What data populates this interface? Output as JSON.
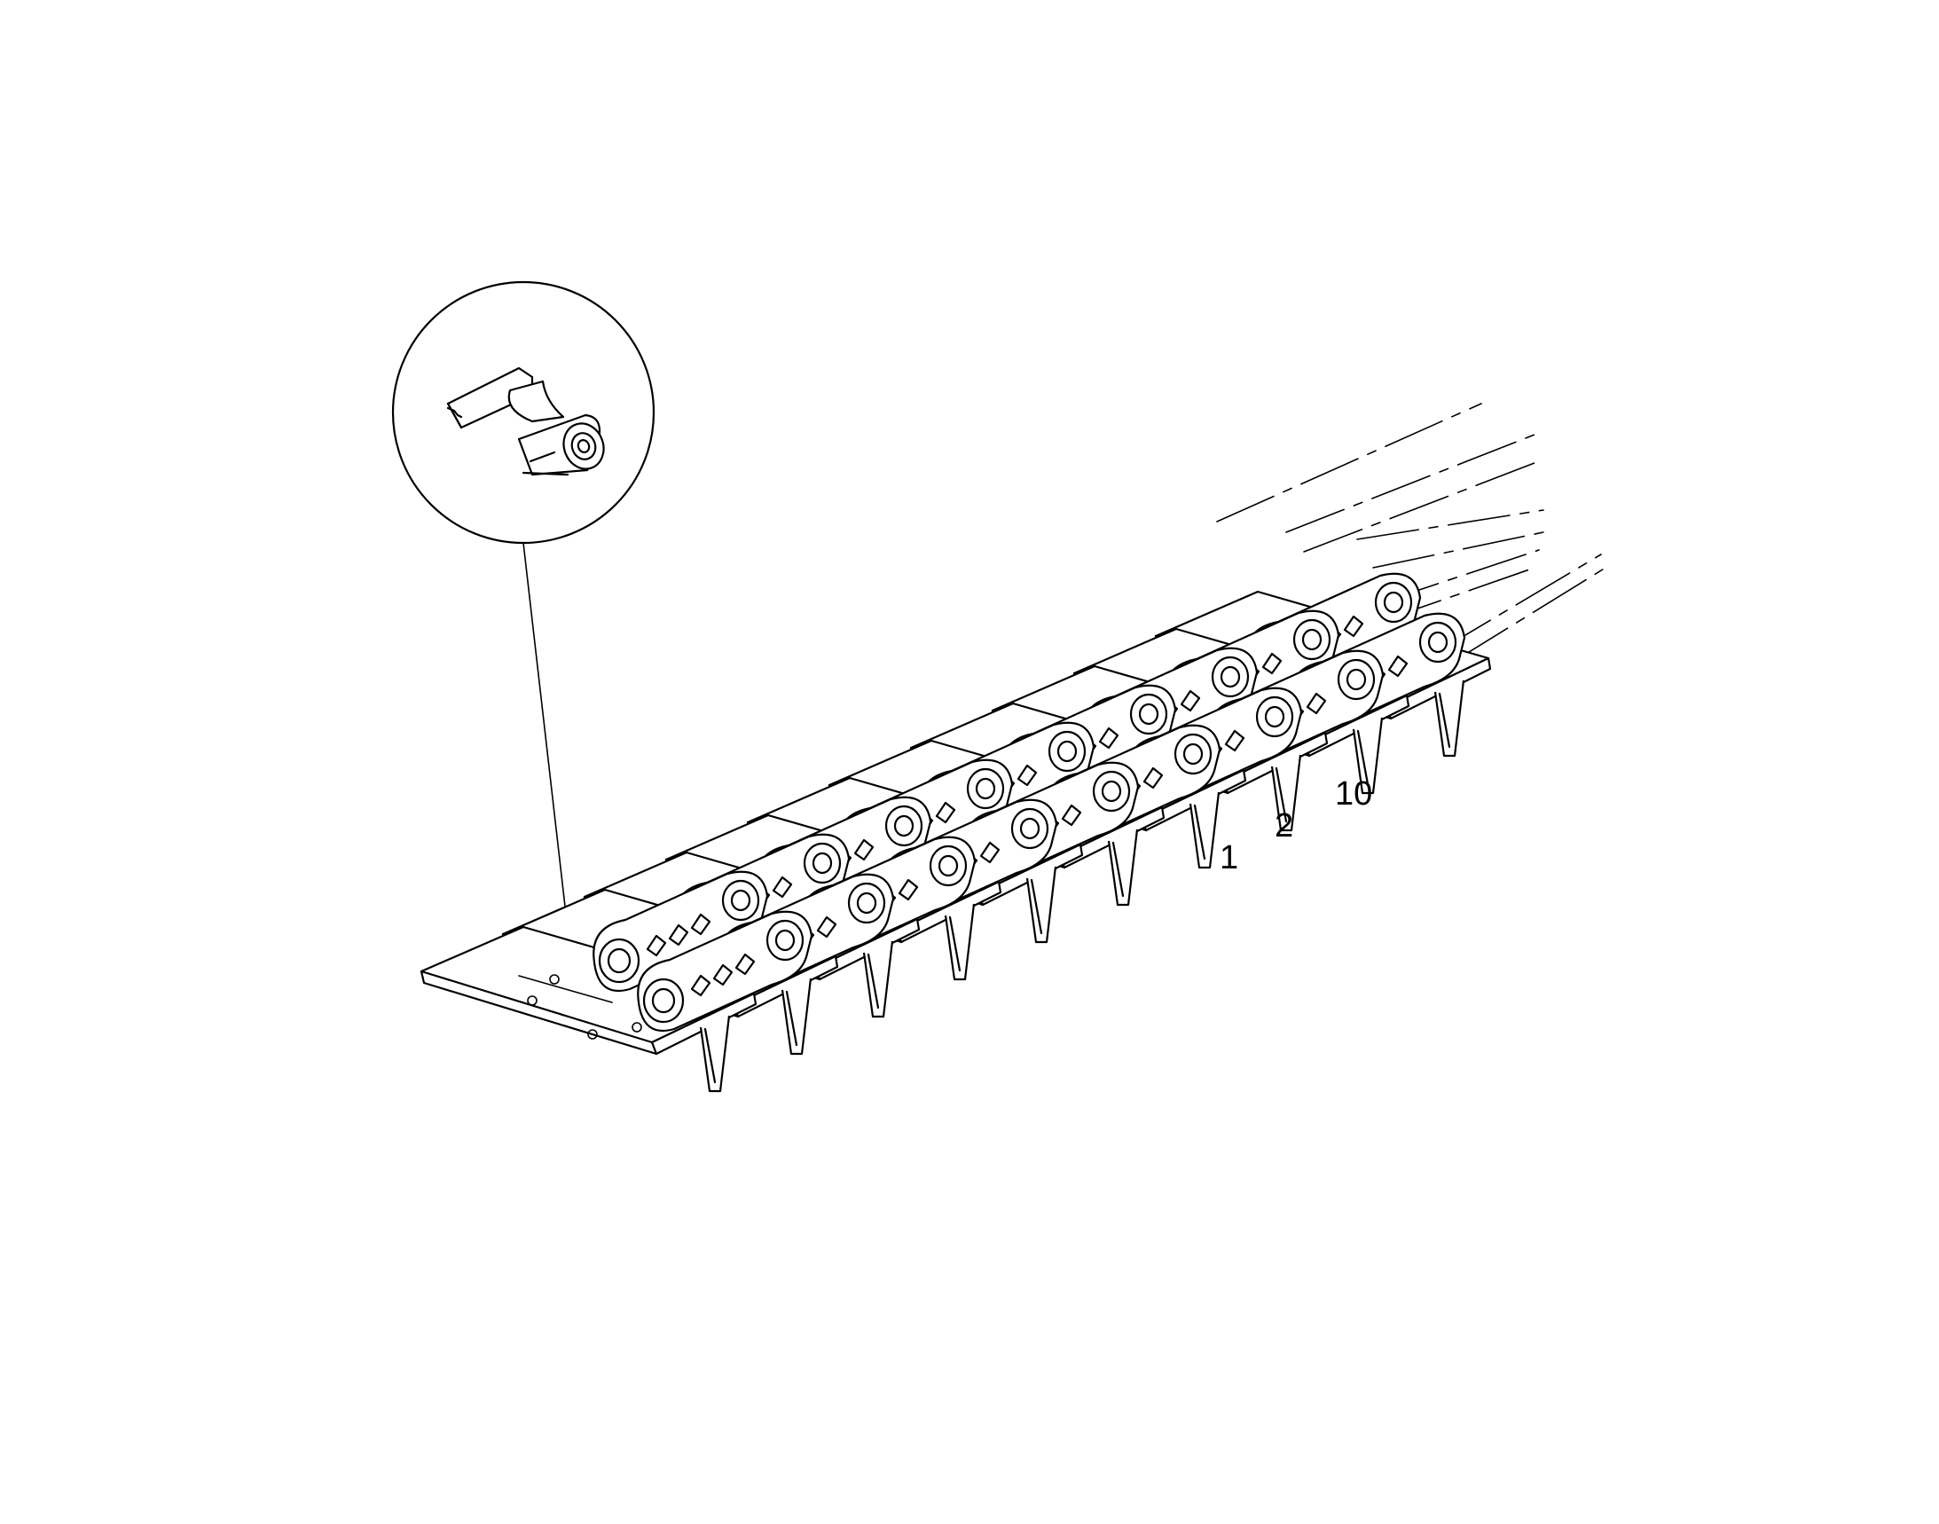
{
  "callouts": [
    {
      "id": "callout-1",
      "label": "1"
    },
    {
      "id": "callout-2",
      "label": "2"
    },
    {
      "id": "callout-10",
      "label": "10"
    }
  ],
  "colors": {
    "ink": "#000000",
    "paper": "#ffffff"
  }
}
